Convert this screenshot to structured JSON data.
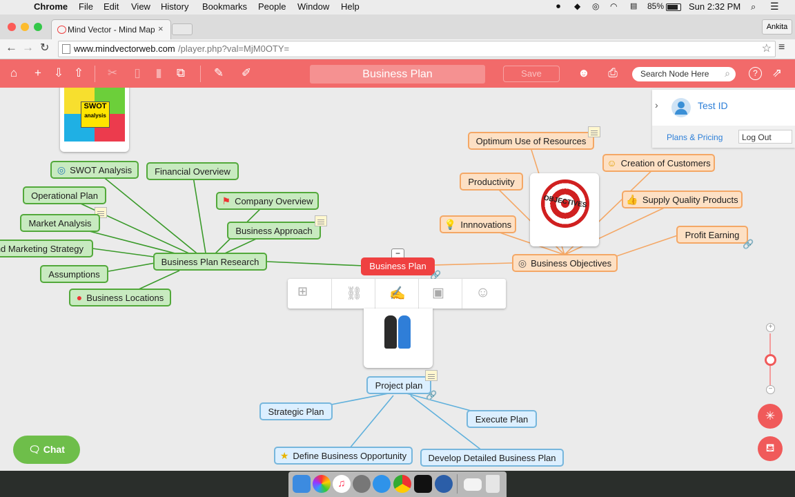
{
  "menubar": {
    "app": "Chrome",
    "items": [
      "File",
      "Edit",
      "View",
      "History",
      "Bookmarks",
      "People",
      "Window",
      "Help"
    ],
    "battery": "85%",
    "clock": "Sun 2:32 PM"
  },
  "browser": {
    "tab_title": "Mind Vector - Mind Mappin",
    "profile": "Ankita",
    "url_host": "www.mindvectorweb.com",
    "url_path": "/player.php?val=MjM0OTY="
  },
  "toolbar": {
    "map_title": "Business Plan",
    "save_label": "Save",
    "search_placeholder": "Search Node Here"
  },
  "account": {
    "user": "Test ID",
    "plans_label": "Plans & Pricing",
    "logout_label": "Log Out"
  },
  "mindmap": {
    "root": "Business Plan",
    "research": {
      "label": "Business Plan Research",
      "children": {
        "swot": "SWOT Analysis",
        "financial": "Financial Overview",
        "operational": "Operational Plan",
        "company": "Company Overview",
        "market": "Market Analysis",
        "approach": "Business Approach",
        "marketing": "nd Marketing Strategy",
        "assumptions": "Assumptions",
        "locations": "Business Locations"
      },
      "swot_image": {
        "title": "SWOT",
        "sub": "analysis"
      }
    },
    "objectives": {
      "label": "Business Objectives",
      "image_text": "OBJECTIVES",
      "children": {
        "optimum": "Optimum Use of Resources",
        "creation": "Creation of Customers",
        "productivity": "Productivity",
        "supply": "Supply Quality Products",
        "innovations": "Innnovations",
        "profit": "Profit Earning"
      }
    },
    "project": {
      "label": "Project plan",
      "children": {
        "strategic": "Strategic Plan",
        "execute": "Execute Plan",
        "define": "Define Business Opportunity",
        "develop": "Develop Detailed Business Plan"
      }
    }
  },
  "chat_label": "Chat",
  "colors": {
    "toolbar": "#f26a6a",
    "root": "#ef4141",
    "green_node": "#c8eac0",
    "orange_node": "#fde0c4",
    "blue_node": "#dcefff",
    "chat": "#6ebe4a"
  }
}
